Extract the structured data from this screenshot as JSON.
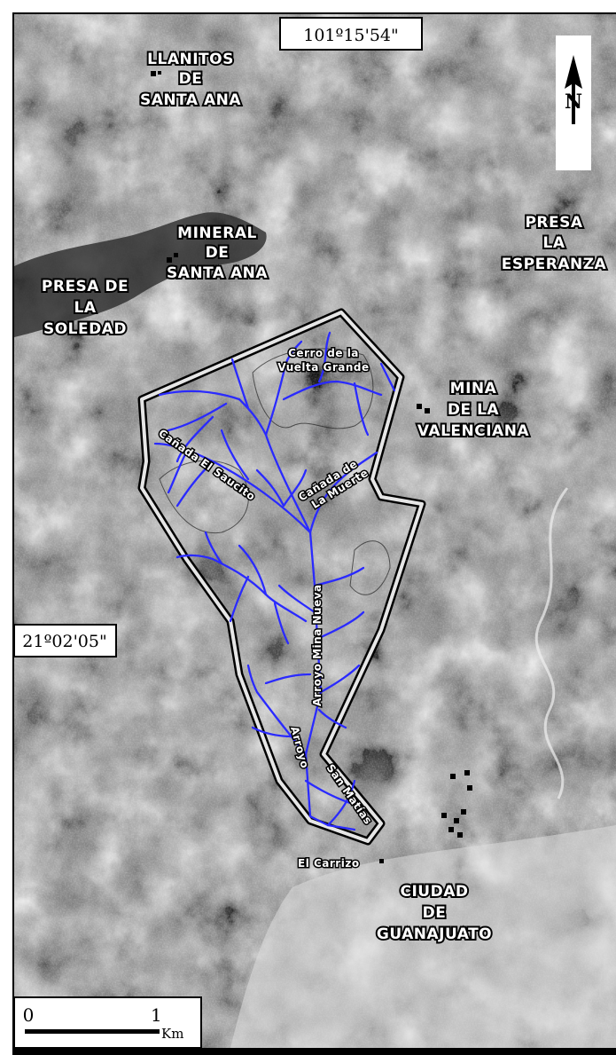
{
  "coordinates": {
    "longitude": "101º15'54\"",
    "latitude": "21º02'05\""
  },
  "north_arrow": {
    "letter": "N"
  },
  "places": {
    "llanitos": [
      "LLANITOS",
      "DE",
      "SANTA ANA"
    ],
    "mineral": [
      "MINERAL",
      "DE",
      "SANTA ANA"
    ],
    "presa_soledad": [
      "PRESA DE",
      "LA",
      "SOLEDAD"
    ],
    "presa_esperanza": [
      "PRESA",
      "LA",
      "ESPERANZA"
    ],
    "mina": [
      "MINA",
      "DE LA",
      "VALENCIANA"
    ],
    "ciudad": [
      "CIUDAD",
      "DE",
      "GUANAJUATO"
    ],
    "carrizo": "El Carrizo"
  },
  "features": {
    "cerro": [
      "Cerro de la",
      "Vuelta  Grande"
    ],
    "canada_saucito": "Cañada El Saucito",
    "canada_muerte": [
      "Cañada de",
      "La Muerte"
    ],
    "arroyo_mina": "Arroyo  Mina  Nueva",
    "arroyo_san_matias": [
      "Arroyo",
      "San Matías"
    ]
  },
  "scale_bar": {
    "start": "0",
    "end": "1",
    "unit": "Km"
  },
  "colors": {
    "drainage": "#2a2aff",
    "boundary_outer": "#000000",
    "boundary_inner": "#e6e6e6",
    "background_dark": "#3a3a3a",
    "background_light": "#d8d8d8"
  }
}
